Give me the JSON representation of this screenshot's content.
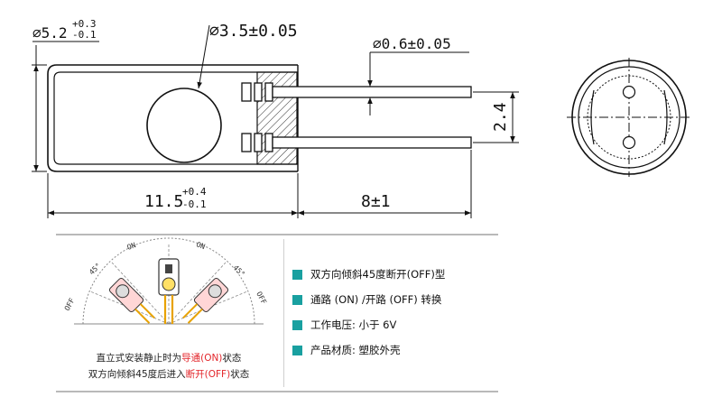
{
  "dimensions": {
    "outer_diameter": "⌀5.2",
    "outer_diameter_tol_plus": "+0.3",
    "outer_diameter_tol_minus": "-0.1",
    "ball_diameter": "⌀3.5±0.05",
    "pin_diameter": "⌀0.6±0.05",
    "pin_spacing": "2.4",
    "body_length": "11.5",
    "body_length_tol_plus": "+0.4",
    "body_length_tol_minus": "-0.1",
    "lead_length": "8±1"
  },
  "tilt_diagram": {
    "label_on_left": "ON",
    "label_on_right": "ON",
    "label_45_left": "45°",
    "label_45_right": "45°",
    "label_off_left": "OFF",
    "label_off_right": "OFF",
    "caption_line1_pre": "直立式安装静止时为",
    "caption_line1_hl": "导通(ON)",
    "caption_line1_post": "状态",
    "caption_line2_pre": "双方向倾斜45度后进入",
    "caption_line2_hl": "断开(OFF)",
    "caption_line2_post": "状态"
  },
  "features": [
    "双方向倾斜45度断开(OFF)型",
    "通路 (ON) /开路 (OFF) 转换",
    "工作电压: 小于 6V",
    "产品材质: 塑胶外壳"
  ],
  "colors": {
    "bullet": "#19a0a0",
    "highlight": "#e3262b",
    "outline": "#111111"
  }
}
